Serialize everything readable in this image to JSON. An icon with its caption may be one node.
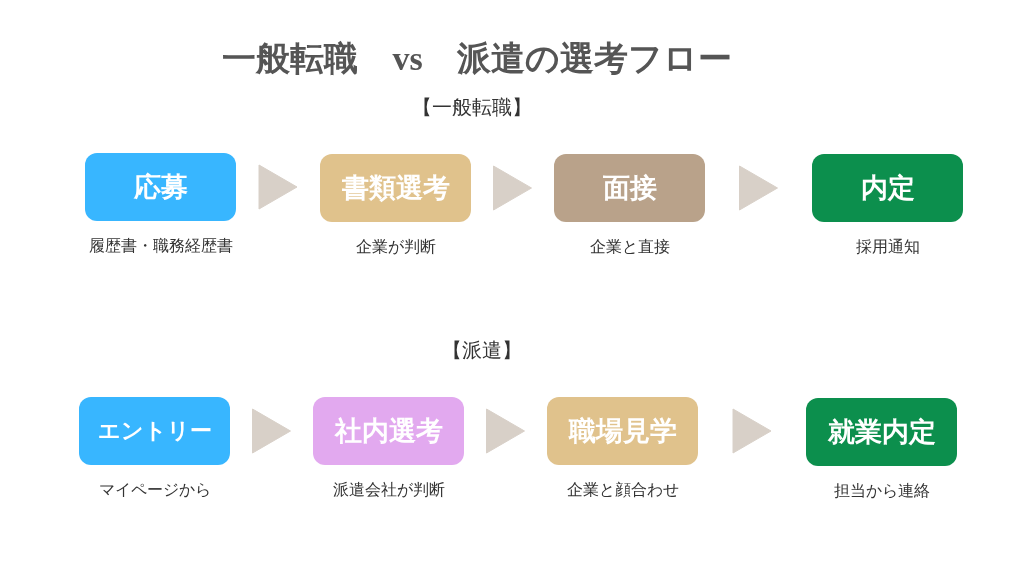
{
  "diagram": {
    "title": "一般転職　vs　派遣の選考フロー",
    "nodes": [
      {
        "text": [
          "応募"
        ],
        "beside": [
          "履歴書・職務経歴書"
        ]
      },
      {
        "text": [
          "書類選考"
        ],
        "beside": [
          "企業が判断"
        ]
      },
      {
        "text": [
          "面接"
        ],
        "beside": [
          "企業と直接"
        ]
      },
      {
        "text": [
          "内定"
        ],
        "beside": [
          "採用通知"
        ]
      },
      {
        "text": [
          "エントリー"
        ],
        "beside": [
          "マイページから"
        ]
      },
      {
        "text": [
          "社内選考"
        ],
        "beside": [
          "派遣会社が判断"
        ]
      },
      {
        "text": [
          "職場見学"
        ],
        "beside": [
          "企業と顔合わせ"
        ]
      },
      {
        "text": [
          "就業内定"
        ],
        "beside": [
          "担当から連絡"
        ]
      }
    ],
    "edges": [
      {
        "from": 0,
        "to": 1,
        "arrow": "to"
      },
      {
        "from": 1,
        "to": 2,
        "arrow": "to"
      },
      {
        "from": 2,
        "to": 3,
        "arrow": "to"
      },
      {
        "from": 4,
        "to": 5,
        "arrow": "to"
      },
      {
        "from": 5,
        "to": 6,
        "arrow": "to"
      },
      {
        "from": 6,
        "to": 7,
        "arrow": "to"
      }
    ],
    "labels": [
      "【一般転職】",
      "【派遣】"
    ]
  }
}
